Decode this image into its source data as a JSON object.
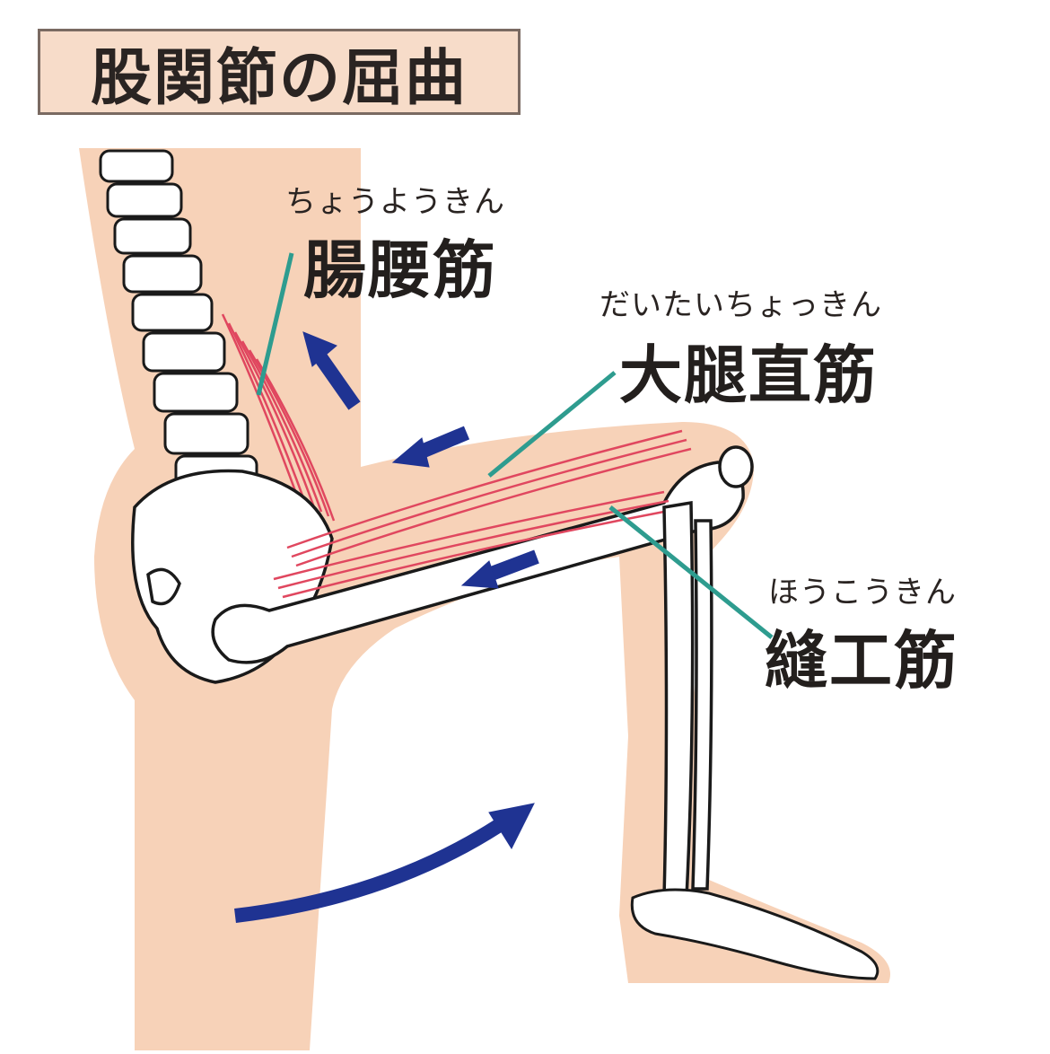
{
  "title": "股関節の屈曲",
  "labels": {
    "iliopsoas": {
      "reading": "ちょうようきん",
      "name": "腸腰筋"
    },
    "rectus_femoris": {
      "reading": "だいたいちょっきん",
      "name": "大腿直筋"
    },
    "sartorius": {
      "reading": "ほうこうきん",
      "name": "縫工筋"
    }
  },
  "colors": {
    "skin": "#f7d2b8",
    "bone": "#ffffff",
    "outline": "#1a1a1a",
    "muscle": "#e0475f",
    "leader": "#2e9c8f",
    "arrow": "#1f3392"
  }
}
